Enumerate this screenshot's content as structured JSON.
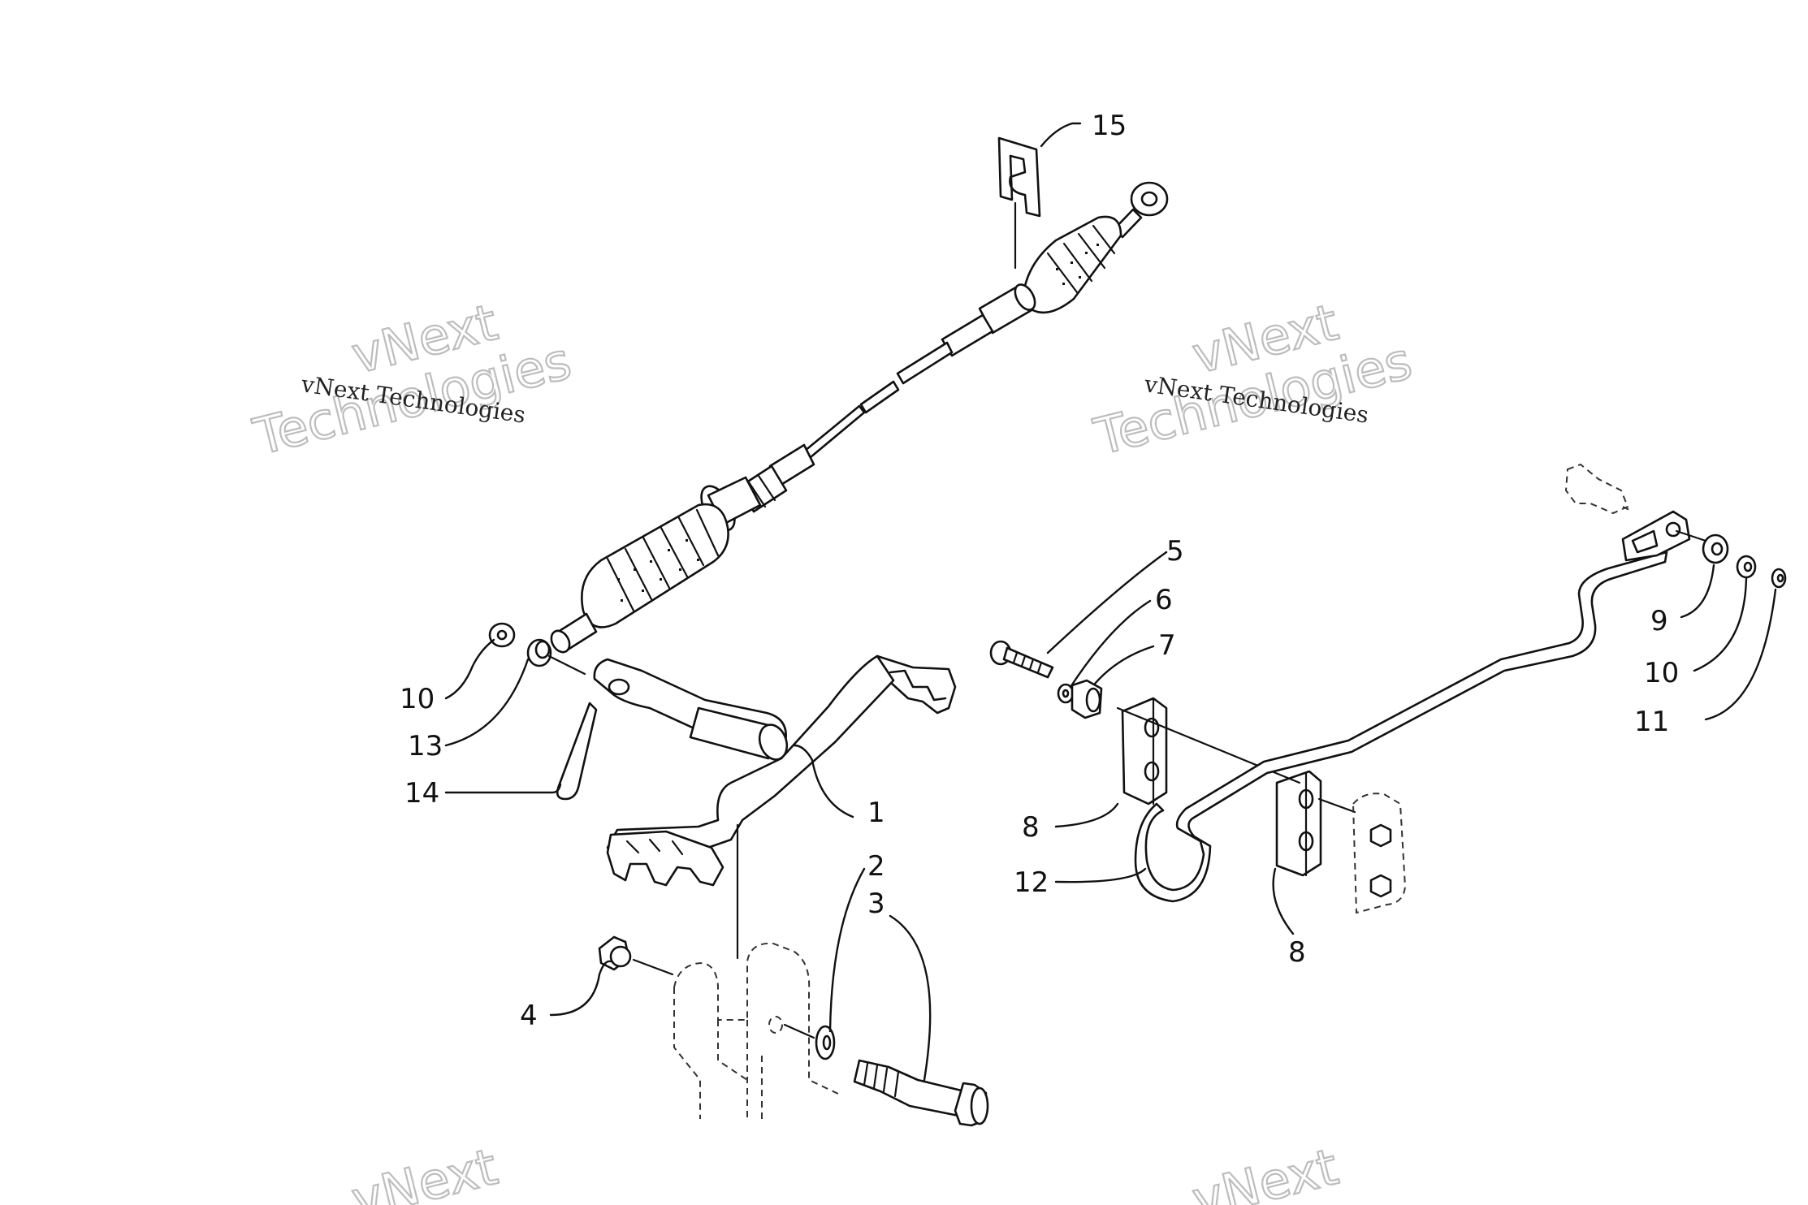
{
  "watermark": {
    "brand_line1": "vNext",
    "brand_line2": "Technologies",
    "small_text": "vNext Technologies"
  },
  "callouts": {
    "c1": "1",
    "c2": "2",
    "c3": "3",
    "c4": "4",
    "c5": "5",
    "c6": "6",
    "c7": "7",
    "c8a": "8",
    "c8b": "8",
    "c9": "9",
    "c10a": "10",
    "c10b": "10",
    "c11": "11",
    "c12": "12",
    "c13": "13",
    "c14": "14",
    "c15": "15"
  },
  "colors": {
    "line": "#111111",
    "background": "#ffffff",
    "watermark": "#bdbdbd"
  }
}
